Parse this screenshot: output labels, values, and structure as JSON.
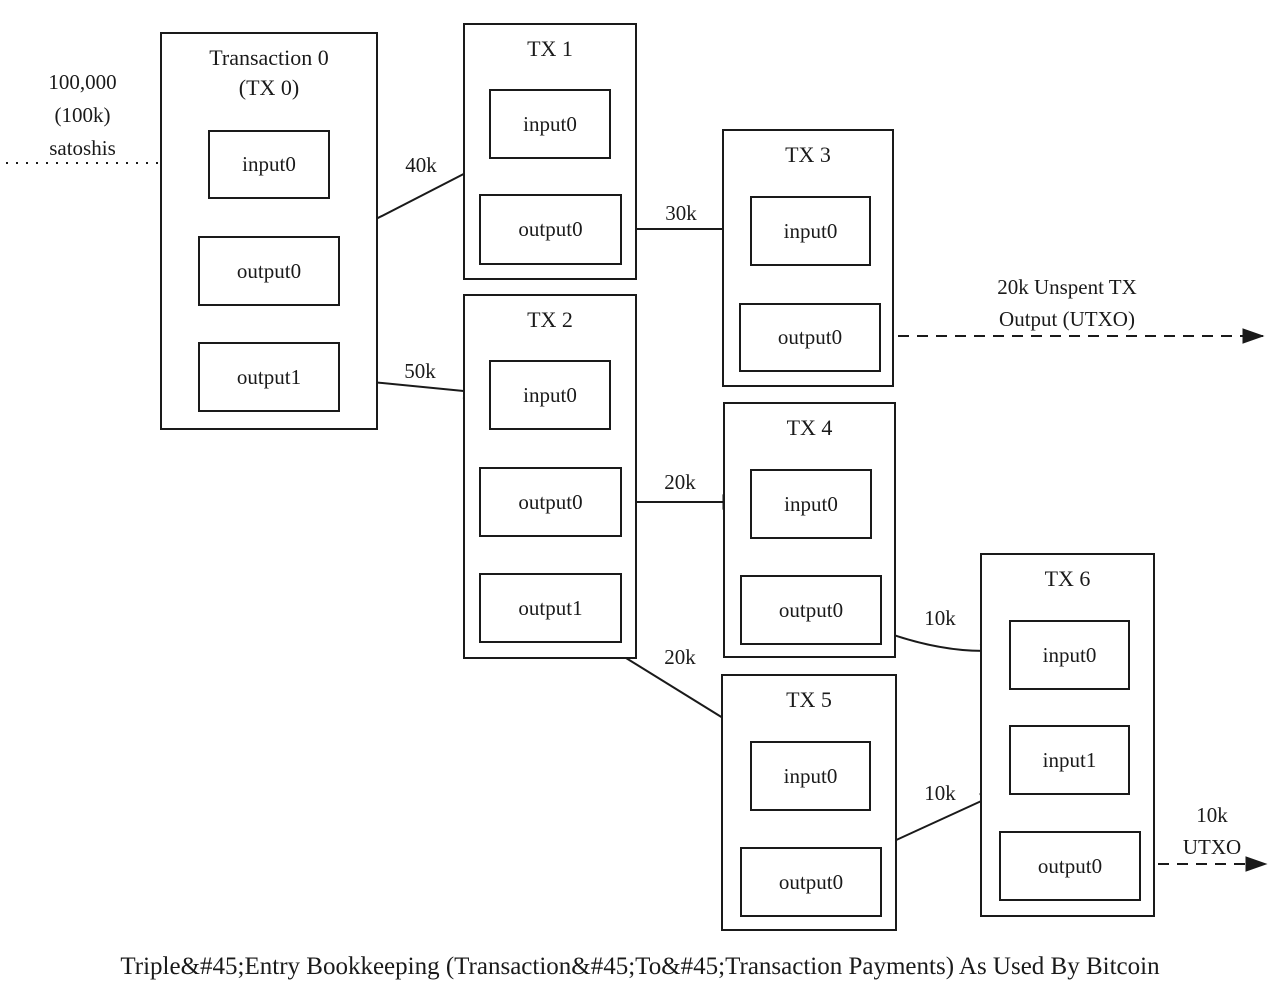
{
  "caption": "Triple&#45;Entry Bookkeeping (Transaction&#45;To&#45;Transaction Payments) As Used By Bitcoin",
  "colors": {
    "line": "#1a1a1a",
    "background": "#ffffff"
  },
  "source_input": {
    "line1": "100,000",
    "line2": "(100k)",
    "line3": "satoshis"
  },
  "transactions": [
    {
      "title": "Transaction 0",
      "subtitle": "(TX 0)",
      "nodes": [
        "input0",
        "output0",
        "output1"
      ]
    },
    {
      "title": "TX 1",
      "nodes": [
        "input0",
        "output0"
      ]
    },
    {
      "title": "TX 2",
      "nodes": [
        "input0",
        "output0",
        "output1"
      ]
    },
    {
      "title": "TX 3",
      "nodes": [
        "input0",
        "output0"
      ]
    },
    {
      "title": "TX 4",
      "nodes": [
        "input0",
        "output0"
      ]
    },
    {
      "title": "TX 5",
      "nodes": [
        "input0",
        "output0"
      ]
    },
    {
      "title": "TX 6",
      "nodes": [
        "input0",
        "input1",
        "output0"
      ]
    }
  ],
  "flow_labels": {
    "tx0_to_tx1": "40k",
    "tx0_to_tx2": "50k",
    "tx1_to_tx3": "30k",
    "tx2_to_tx4": "20k",
    "tx2_to_tx5": "20k",
    "tx4_to_tx6": "10k",
    "tx5_to_tx6": "10k",
    "tx3_utxo_line1": "20k Unspent TX",
    "tx3_utxo_line2": "Output (UTXO)",
    "tx6_utxo_line1": "10k",
    "tx6_utxo_line2": "UTXO"
  }
}
